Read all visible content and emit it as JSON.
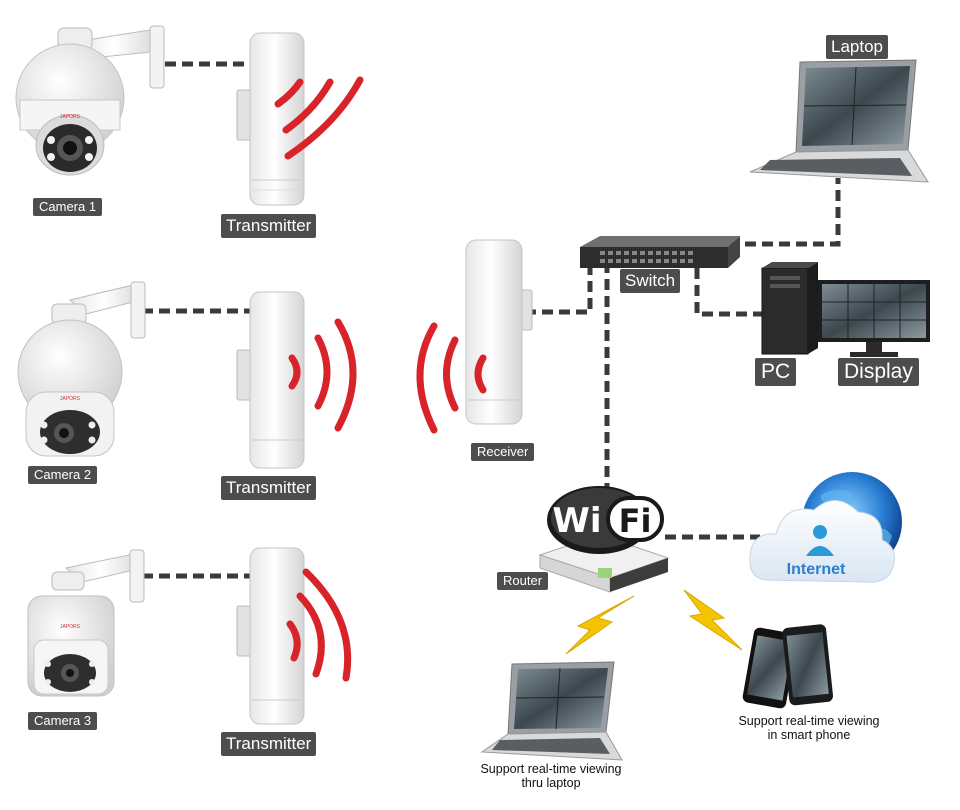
{
  "cameras": [
    {
      "label": "Camera 1",
      "brand": "JAPORS"
    },
    {
      "label": "Camera 2",
      "brand": "JAPORS"
    },
    {
      "label": "Camera 3",
      "brand": "JAPORS"
    }
  ],
  "transmitters": [
    {
      "label": "Transmitter"
    },
    {
      "label": "Transmitter"
    },
    {
      "label": "Transmitter"
    }
  ],
  "receiver": {
    "label": "Receiver"
  },
  "switch": {
    "label": "Switch"
  },
  "laptop": {
    "label": "Laptop"
  },
  "pc": {
    "label": "PC"
  },
  "display": {
    "label": "Display"
  },
  "router": {
    "label": "Router"
  },
  "wifi": {
    "part1": "Wi",
    "part2": "Fi"
  },
  "internet": {
    "label": "Internet"
  },
  "captions": {
    "laptop_line1": "Support real-time viewing",
    "laptop_line2": "thru laptop",
    "phone_line1": "Support real-time viewing",
    "phone_line2": "in smart phone"
  },
  "colors": {
    "signal_red": "#d8232a",
    "label_bg": "#4d4d4d",
    "dashed_link": "#3a3a3a",
    "lightning": "#f5c400",
    "internet_blue": "#2a7fd4"
  }
}
